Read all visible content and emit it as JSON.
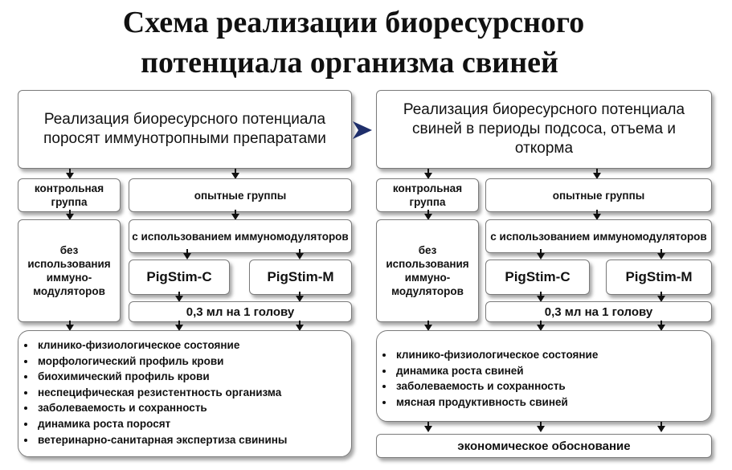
{
  "title": {
    "line1": "Схема реализации биоресурсного",
    "line2": "потенциала организма свиней"
  },
  "left": {
    "header": "Реализация биоресурсного потенциала поросят иммунотропными препаратами",
    "control_group": "контрольная группа",
    "experimental_groups": "опытные группы",
    "without": "без использования иммуно-модуляторов",
    "with": "с использованием иммуномодуляторов",
    "drug1": "PigStim-C",
    "drug2": "PigStim-M",
    "dose": "0,3 мл на 1 голову",
    "items": [
      "клинико-физиологическое состояние",
      "морфологический профиль крови",
      "биохимический профиль крови",
      "неспецифическая резистентность организма",
      "заболеваемость и сохранность",
      "динамика роста поросят",
      "ветеринарно-санитарная экспертиза свинины"
    ]
  },
  "right": {
    "header": "Реализация биоресурсного потенциала свиней в периоды подсоса, отъема и откорма",
    "control_group": "контрольная группа",
    "experimental_groups": "опытные группы",
    "without": "без использования иммуно-модуляторов",
    "with": "с использованием иммуномодуляторов",
    "drug1": "PigStim-C",
    "drug2": "PigStim-M",
    "dose": "0,3 мл на 1 голову",
    "items": [
      "клинико-физиологическое состояние",
      "динамика роста свиней",
      "заболеваемость и сохранность",
      "мясная продуктивность свиней"
    ],
    "economic": "экономическое обоснование"
  }
}
